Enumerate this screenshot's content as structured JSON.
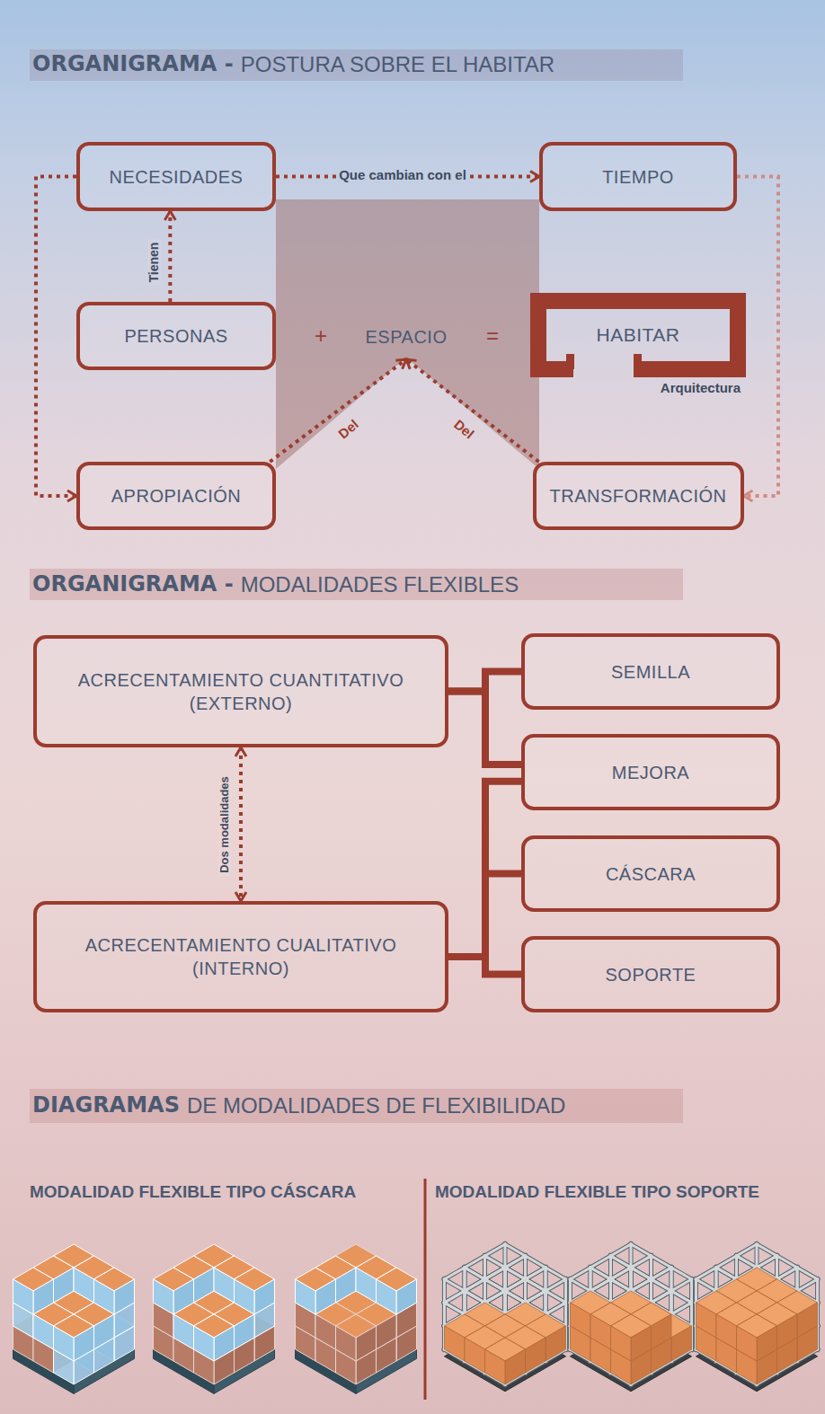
{
  "diagram": {
    "nodes": [
      {
        "text": [
          "NECESIDADES"
        ]
      },
      {
        "text": [
          "TIEMPO"
        ]
      },
      {
        "text": [
          "PERSONAS"
        ]
      },
      {
        "text": [
          "ESPACIO"
        ]
      },
      {
        "text": [
          "HABITAR",
          "Arquitectura"
        ]
      },
      {
        "text": [
          "APROPIACIÓN"
        ]
      },
      {
        "text": [
          "TRANSFORMACIÓN"
        ]
      },
      {
        "text": [
          "ACRECENTAMIENTO CUANTITATIVO (EXTERNO)"
        ]
      },
      {
        "text": [
          "SEMILLA"
        ]
      },
      {
        "text": [
          "MEJORA"
        ]
      },
      {
        "text": [
          "ACRECENTAMIENTO CUALITATIVO (INTERNO)"
        ]
      },
      {
        "text": [
          "CÁSCARA"
        ]
      },
      {
        "text": [
          "SOPORTE"
        ]
      }
    ],
    "edges": [
      {
        "from": 0,
        "to": 1,
        "label": "Que cambian con el",
        "arrow": "to"
      },
      {
        "from": 2,
        "to": 0,
        "label": "Tienen",
        "arrow": "to"
      },
      {
        "from": 1,
        "to": 6,
        "arrow": "to"
      },
      {
        "from": 0,
        "to": 5,
        "arrow": "to"
      },
      {
        "from": 5,
        "to": 3,
        "label": "Del",
        "arrow": "to"
      },
      {
        "from": 6,
        "to": 3,
        "label": "Del",
        "arrow": "to"
      },
      {
        "from": 7,
        "to": 10,
        "label": "Dos modalidades",
        "arrow": "both"
      },
      {
        "from": 7,
        "to": 8,
        "arrow": "none"
      },
      {
        "from": 7,
        "to": 9,
        "arrow": "none"
      },
      {
        "from": 10,
        "to": 9,
        "arrow": "none"
      },
      {
        "from": 10,
        "to": 11,
        "arrow": "none"
      },
      {
        "from": 10,
        "to": 12,
        "arrow": "none"
      }
    ],
    "labels": [
      "ORGANIGRAMA -",
      "POSTURA SOBRE EL HABITAR",
      "+",
      "=",
      "ORGANIGRAMA -",
      "MODALIDADES FLEXIBLES",
      "DIAGRAMAS",
      "DE MODALIDADES DE FLEXIBILIDAD",
      "MODALIDAD FLEXIBLE TIPO CÁSCARA",
      "MODALIDAD FLEXIBLE TIPO SOPORTE"
    ]
  }
}
